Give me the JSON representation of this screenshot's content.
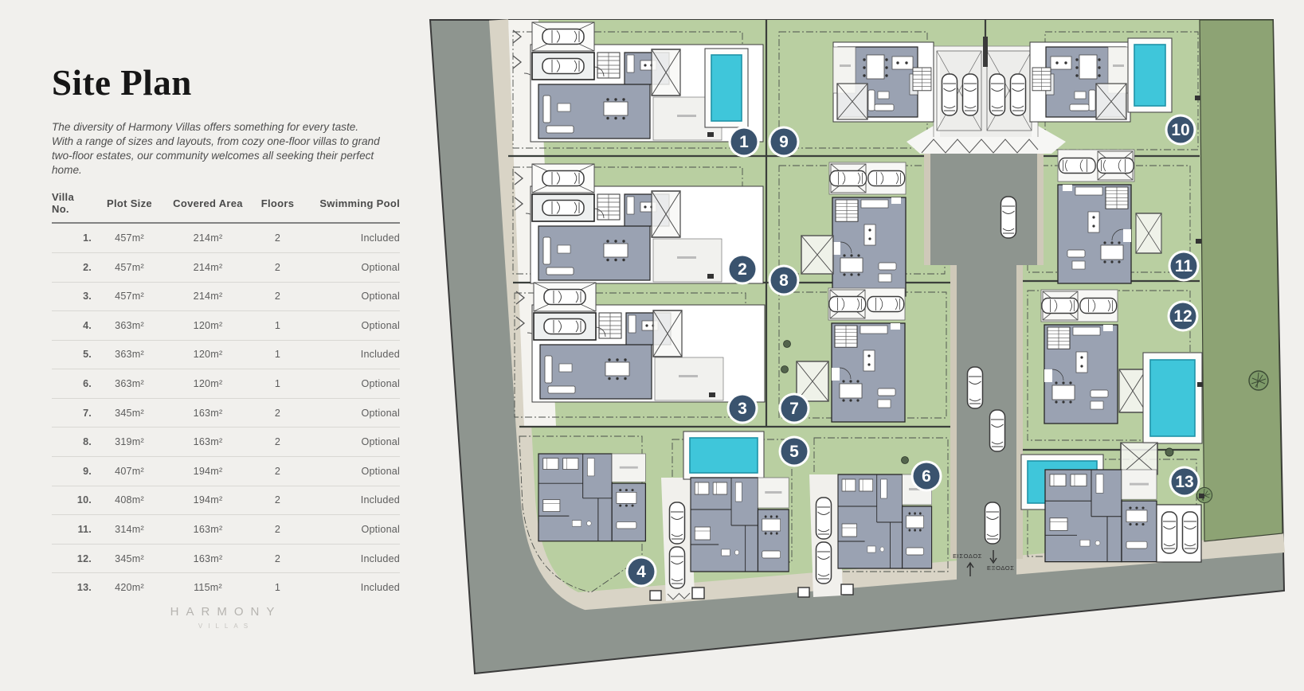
{
  "panel": {
    "title": "Site Plan",
    "description": "The diversity of Harmony Villas offers something for every taste. With a range of sizes and layouts, from cozy one-floor villas to grand two-floor estates, our community welcomes all seeking their perfect home.",
    "table": {
      "headers": [
        "Villa No.",
        "Plot Size",
        "Covered Area",
        "Floors",
        "Swimming Pool"
      ],
      "rows": [
        {
          "no": "1.",
          "plot_size": "457m²",
          "covered_area": "214m²",
          "floors": "2",
          "swimming_pool": "Included"
        },
        {
          "no": "2.",
          "plot_size": "457m²",
          "covered_area": "214m²",
          "floors": "2",
          "swimming_pool": "Optional"
        },
        {
          "no": "3.",
          "plot_size": "457m²",
          "covered_area": "214m²",
          "floors": "2",
          "swimming_pool": "Optional"
        },
        {
          "no": "4.",
          "plot_size": "363m²",
          "covered_area": "120m²",
          "floors": "1",
          "swimming_pool": "Optional"
        },
        {
          "no": "5.",
          "plot_size": "363m²",
          "covered_area": "120m²",
          "floors": "1",
          "swimming_pool": "Included"
        },
        {
          "no": "6.",
          "plot_size": "363m²",
          "covered_area": "120m²",
          "floors": "1",
          "swimming_pool": "Optional"
        },
        {
          "no": "7.",
          "plot_size": "345m²",
          "covered_area": "163m²",
          "floors": "2",
          "swimming_pool": "Optional"
        },
        {
          "no": "8.",
          "plot_size": "319m²",
          "covered_area": "163m²",
          "floors": "2",
          "swimming_pool": "Optional"
        },
        {
          "no": "9.",
          "plot_size": "407m²",
          "covered_area": "194m²",
          "floors": "2",
          "swimming_pool": "Optional"
        },
        {
          "no": "10.",
          "plot_size": "408m²",
          "covered_area": "194m²",
          "floors": "2",
          "swimming_pool": "Included"
        },
        {
          "no": "11.",
          "plot_size": "314m²",
          "covered_area": "163m²",
          "floors": "2",
          "swimming_pool": "Optional"
        },
        {
          "no": "12.",
          "plot_size": "345m²",
          "covered_area": "163m²",
          "floors": "2",
          "swimming_pool": "Included"
        },
        {
          "no": "13.",
          "plot_size": "420m²",
          "covered_area": "115m²",
          "floors": "1",
          "swimming_pool": "Included"
        }
      ]
    },
    "logo": {
      "name": "HARMONY",
      "subtitle": "VILLAS"
    }
  },
  "plan": {
    "villas": [
      {
        "id": "1"
      },
      {
        "id": "2"
      },
      {
        "id": "3"
      },
      {
        "id": "4"
      },
      {
        "id": "5"
      },
      {
        "id": "6"
      },
      {
        "id": "7"
      },
      {
        "id": "8"
      },
      {
        "id": "9"
      },
      {
        "id": "10"
      },
      {
        "id": "11"
      },
      {
        "id": "12"
      },
      {
        "id": "13"
      }
    ],
    "entrance_label": "ΕΙΣΟΔΟΣ",
    "exit_label": "ΕΞΟΔΟΣ",
    "colors": {
      "plot_green": "#B9CFA1",
      "buffer_green": "#8DA374",
      "road_gray": "#8E958F",
      "sidewalk_beige": "#D9D4C6",
      "villa_room_gray": "#9AA2B2",
      "pool_cyan": "#3FC6DA",
      "badge_navy": "#3A536E"
    }
  }
}
